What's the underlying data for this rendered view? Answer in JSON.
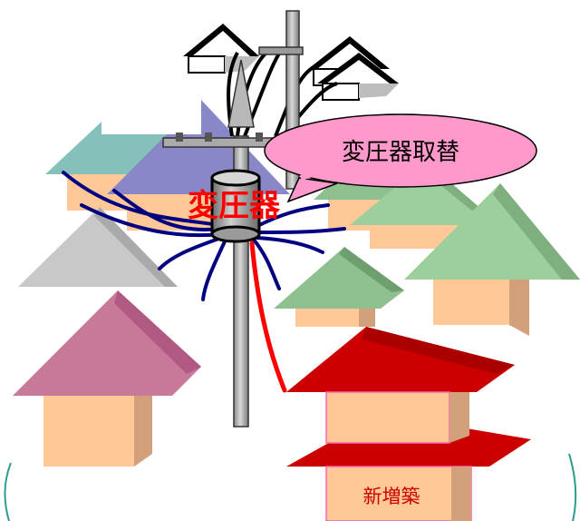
{
  "labels": {
    "bubble": "変圧器取替",
    "transformer": "変圧器",
    "new_building": "新増築"
  },
  "colors": {
    "existing_wire": "#000080",
    "new_wire": "#ff0000",
    "bubble_fill": "#ff99cc",
    "new_house_roof": "#cc0000"
  }
}
